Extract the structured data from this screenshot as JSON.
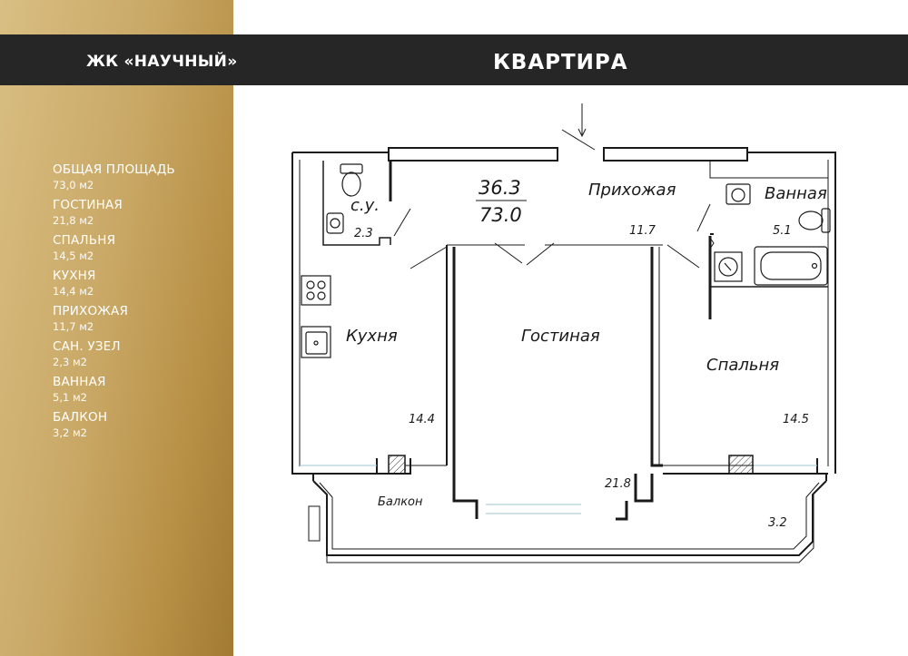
{
  "header": {
    "project": "ЖК «НАУЧНЫЙ»",
    "title": "КВАРТИРА"
  },
  "stats": [
    {
      "label": "ОБЩАЯ ПЛОЩАДЬ",
      "value": "73,0 м2"
    },
    {
      "label": "ГОСТИНАЯ",
      "value": "21,8 м2"
    },
    {
      "label": "СПАЛЬНЯ",
      "value": "14,5 м2"
    },
    {
      "label": "КУХНЯ",
      "value": "14,4 м2"
    },
    {
      "label": "ПРИХОЖАЯ",
      "value": "11,7 м2"
    },
    {
      "label": "САН. УЗЕЛ",
      "value": "2,3 м2"
    },
    {
      "label": "ВАННАЯ",
      "value": "5,1 м2"
    },
    {
      "label": "БАЛКОН",
      "value": "3,2 м2"
    }
  ],
  "plan": {
    "living_area": "36.3",
    "total_area": "73.0",
    "rooms": {
      "wc": {
        "name": "с.у.",
        "area": "2.3"
      },
      "hall": {
        "name": "Прихожая",
        "area": "11.7"
      },
      "bath": {
        "name": "Ванная",
        "area": "5.1"
      },
      "kitchen": {
        "name": "Кухня",
        "area": "14.4"
      },
      "living": {
        "name": "Гостиная",
        "area": "21.8"
      },
      "bedroom": {
        "name": "Спальня",
        "area": "14.5"
      },
      "balcony": {
        "name": "Балкон",
        "area": "3.2"
      }
    }
  },
  "colors": {
    "header_bg": "#262626",
    "sidebar_gold": "#c9a866",
    "wall": "#1a1a1a"
  }
}
